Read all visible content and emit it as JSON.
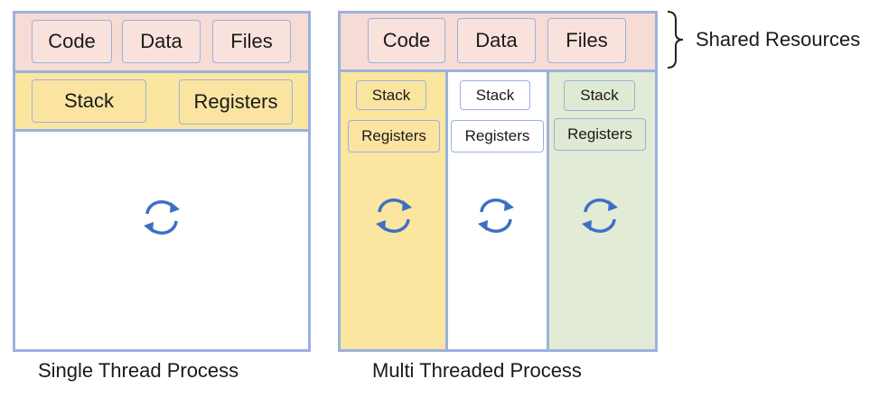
{
  "shared_label": "Shared Resources",
  "single": {
    "resources": [
      "Code",
      "Data",
      "Files"
    ],
    "stack": "Stack",
    "registers": "Registers",
    "caption": "Single Thread Process"
  },
  "multi": {
    "resources": [
      "Code",
      "Data",
      "Files"
    ],
    "threads": [
      {
        "stack": "Stack",
        "registers": "Registers"
      },
      {
        "stack": "Stack",
        "registers": "Registers"
      },
      {
        "stack": "Stack",
        "registers": "Registers"
      }
    ],
    "caption": "Multi Threaded Process"
  },
  "colors": {
    "border": "#9bb1de",
    "shared": "#f6dcd4",
    "thread1": "#fbe6a0",
    "thread2": "#ffffff",
    "thread3": "#e1ebd6",
    "icon": "#3d6fc4"
  },
  "icons": {
    "thread_execution": "circular-arrows-icon"
  }
}
